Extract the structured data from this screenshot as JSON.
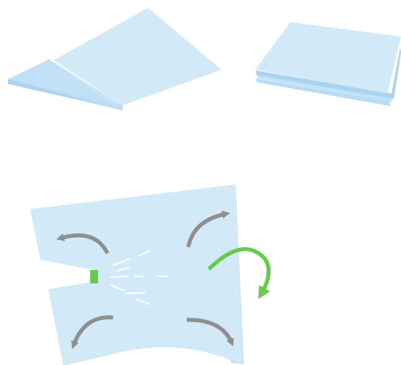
{
  "diagram": {
    "panels": [
      {
        "id": "fold-open",
        "description_shown": false
      },
      {
        "id": "fold-stacked",
        "description_shown": false
      },
      {
        "id": "spray-separate",
        "description_shown": false
      }
    ],
    "colors": {
      "sheet_light": "#d2e9f8",
      "sheet_mid": "#c4e2f7",
      "sheet_edge": "#b7dcf5",
      "sheet_dark": "#a9d4f0",
      "arrow_gray": "#8f8f8f",
      "arrow_green": "#66cc4d",
      "spray_lines": "#ffffff",
      "background": "#ffffff"
    },
    "icons": {
      "spray_nozzle": "spray-nozzle-icon",
      "curved_arrow": "curved-arrow-icon",
      "rotate_arrow": "rotate-arrow-icon"
    }
  }
}
